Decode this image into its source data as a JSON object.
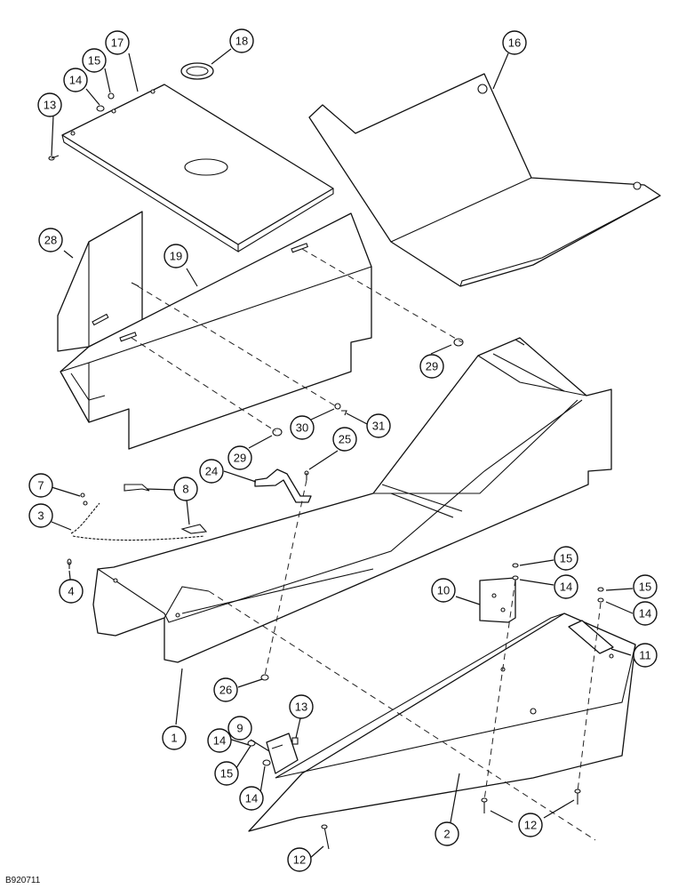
{
  "drawing_number": "B920711",
  "callouts": [
    {
      "id": "c17",
      "label": "17"
    },
    {
      "id": "c18",
      "label": "18"
    },
    {
      "id": "c16",
      "label": "16"
    },
    {
      "id": "c15a",
      "label": "15"
    },
    {
      "id": "c14a",
      "label": "14"
    },
    {
      "id": "c13a",
      "label": "13"
    },
    {
      "id": "c28",
      "label": "28"
    },
    {
      "id": "c19",
      "label": "19"
    },
    {
      "id": "c29a",
      "label": "29"
    },
    {
      "id": "c30",
      "label": "30"
    },
    {
      "id": "c31",
      "label": "31"
    },
    {
      "id": "c29b",
      "label": "29"
    },
    {
      "id": "c25",
      "label": "25"
    },
    {
      "id": "c24",
      "label": "24"
    },
    {
      "id": "c7",
      "label": "7"
    },
    {
      "id": "c8",
      "label": "8"
    },
    {
      "id": "c3",
      "label": "3"
    },
    {
      "id": "c4",
      "label": "4"
    },
    {
      "id": "c15b",
      "label": "15"
    },
    {
      "id": "c14b",
      "label": "14"
    },
    {
      "id": "c10",
      "label": "10"
    },
    {
      "id": "c15c",
      "label": "15"
    },
    {
      "id": "c14c",
      "label": "14"
    },
    {
      "id": "c11",
      "label": "11"
    },
    {
      "id": "c13b",
      "label": "13"
    },
    {
      "id": "c9",
      "label": "9"
    },
    {
      "id": "c26",
      "label": "26"
    },
    {
      "id": "c1",
      "label": "1"
    },
    {
      "id": "c14d",
      "label": "14"
    },
    {
      "id": "c15d",
      "label": "15"
    },
    {
      "id": "c14e",
      "label": "14"
    },
    {
      "id": "c2",
      "label": "2"
    },
    {
      "id": "c12a",
      "label": "12"
    },
    {
      "id": "c12b",
      "label": "12"
    }
  ]
}
